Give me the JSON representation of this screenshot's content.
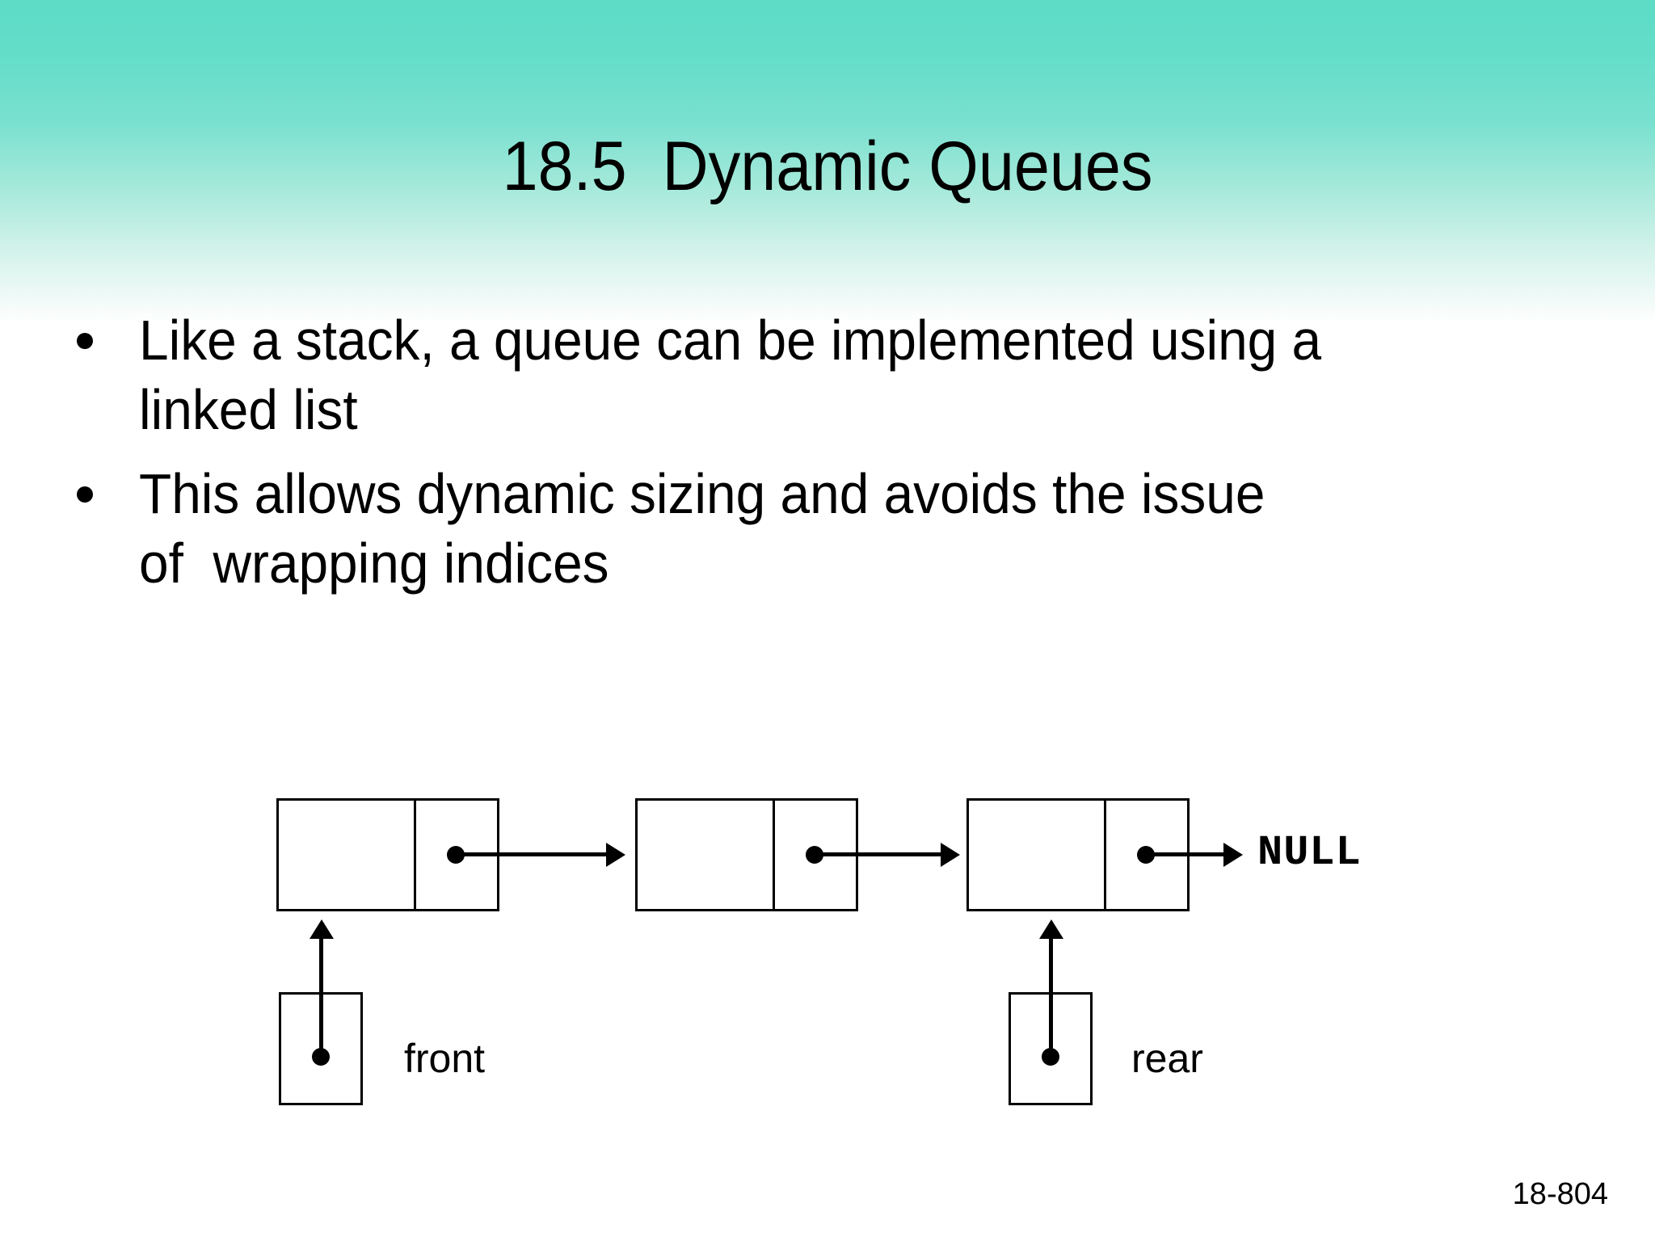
{
  "slide": {
    "title": "18.5  Dynamic Queues",
    "page_number": "18-804",
    "background": {
      "gradient_top_color": "#5ddcc6",
      "gradient_bottom_color": "#ffffff"
    }
  },
  "body": {
    "bullets": [
      {
        "marker": "bullet-dot",
        "text": "Like a stack, a queue can be implemented using a linked list"
      },
      {
        "marker": "bullet-dot",
        "text": "This allows dynamic sizing and avoids the issue of  wrapping indices"
      }
    ]
  },
  "diagram": {
    "type": "linked-list-queue",
    "stroke_color": "#000000",
    "fill_color": "#ffffff",
    "nodes": [
      {
        "id": "node-1",
        "data_cell": "",
        "pointer_cell": "",
        "pointer_symbol": "dot"
      },
      {
        "id": "node-2",
        "data_cell": "",
        "pointer_cell": "",
        "pointer_symbol": "dot"
      },
      {
        "id": "node-3",
        "data_cell": "",
        "pointer_cell": "",
        "pointer_symbol": "dot"
      }
    ],
    "terminator": {
      "label": "NULL"
    },
    "pointers": [
      {
        "id": "front-pointer",
        "label": "front",
        "points_to": "node-1",
        "symbol": "dot"
      },
      {
        "id": "rear-pointer",
        "label": "rear",
        "points_to": "node-3",
        "symbol": "dot"
      }
    ],
    "links": [
      {
        "from": "node-1",
        "to": "node-2",
        "arrow": "right"
      },
      {
        "from": "node-2",
        "to": "node-3",
        "arrow": "right"
      },
      {
        "from": "node-3",
        "to": "NULL",
        "arrow": "right"
      },
      {
        "from": "front-pointer",
        "to": "node-1",
        "arrow": "up"
      },
      {
        "from": "rear-pointer",
        "to": "node-3",
        "arrow": "up"
      }
    ]
  }
}
